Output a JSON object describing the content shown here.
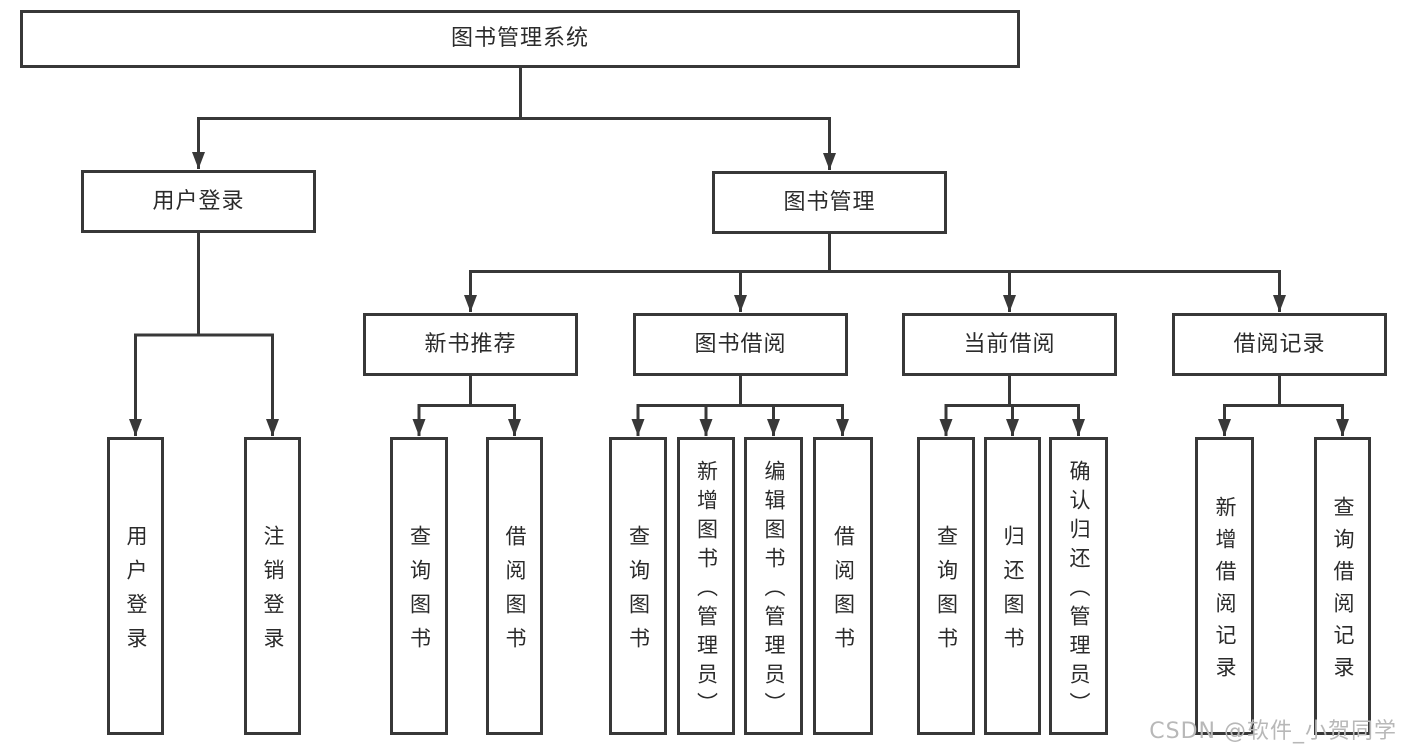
{
  "tree": {
    "label": "图书管理系统",
    "children": [
      {
        "label": "用户登录",
        "children": [
          {
            "label": "用户登录"
          },
          {
            "label": "注销登录"
          }
        ]
      },
      {
        "label": "图书管理",
        "children": [
          {
            "label": "新书推荐",
            "children": [
              {
                "label": "查询图书"
              },
              {
                "label": "借阅图书"
              }
            ]
          },
          {
            "label": "图书借阅",
            "children": [
              {
                "label": "查询图书"
              },
              {
                "label": "新增图书（管理员）"
              },
              {
                "label": "编辑图书（管理员）"
              },
              {
                "label": "借阅图书"
              }
            ]
          },
          {
            "label": "当前借阅",
            "children": [
              {
                "label": "查询图书"
              },
              {
                "label": "归还图书"
              },
              {
                "label": "确认归还（管理员）"
              }
            ]
          },
          {
            "label": "借阅记录",
            "children": [
              {
                "label": "新增借阅记录"
              },
              {
                "label": "查询借阅记录"
              }
            ]
          }
        ]
      }
    ]
  },
  "watermark": {
    "text": "CSDN @软件_小贺同学"
  },
  "colors": {
    "line": "#383838",
    "text": "#2b2b2b",
    "watermark": "#b8b8b8",
    "background": "#ffffff"
  }
}
